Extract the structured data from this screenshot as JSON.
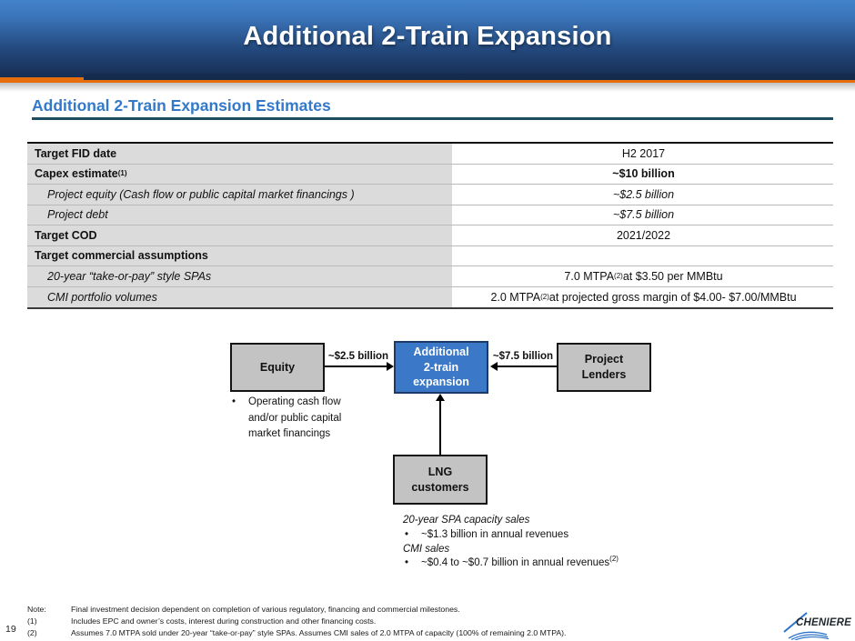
{
  "colors": {
    "header_top_blue": "#4383ca",
    "header_bottom_navy": "#152b4e",
    "accent_orange": "#e56d0e",
    "heading_blue": "#3379c9",
    "underline_teal": "#1d4d61",
    "table_label_gray": "#dbdbdb",
    "diagram_gray": "#c3c3c3",
    "diagram_blue": "#3b78c8",
    "logo_blue": "#2e75c8"
  },
  "header": {
    "title": "Additional 2-Train Expansion"
  },
  "section": {
    "heading": "Additional 2-Train Expansion Estimates"
  },
  "table": {
    "rows": [
      {
        "label": [
          {
            "text": "Target FID date"
          }
        ],
        "label_class": "bold",
        "value": [
          {
            "text": "H2 2017"
          }
        ],
        "value_class": ""
      },
      {
        "label": [
          {
            "text": "Capex estimate"
          },
          {
            "text": "(1)",
            "sup": true
          }
        ],
        "label_class": "bold",
        "value": [
          {
            "text": "~$10 billion"
          }
        ],
        "value_class": "bold"
      },
      {
        "label": [
          {
            "text": "Project equity (Cash flow or public capital market financings )"
          }
        ],
        "label_class": "indent italic",
        "value": [
          {
            "text": "~$2.5 billion"
          }
        ],
        "value_class": "italic"
      },
      {
        "label": [
          {
            "text": "Project debt"
          }
        ],
        "label_class": "indent italic",
        "value": [
          {
            "text": "~$7.5 billion"
          }
        ],
        "value_class": "italic"
      },
      {
        "label": [
          {
            "text": "Target COD"
          }
        ],
        "label_class": "bold",
        "value": [
          {
            "text": "2021/2022"
          }
        ],
        "value_class": ""
      },
      {
        "label": [
          {
            "text": "Target commercial assumptions"
          }
        ],
        "label_class": "bold",
        "value": [],
        "value_class": ""
      },
      {
        "label": [
          {
            "text": "20-year “take-or-pay” style SPAs"
          }
        ],
        "label_class": "indent italic",
        "value": [
          {
            "text": "7.0 MTPA"
          },
          {
            "text": "(2)",
            "sup": true
          },
          {
            "text": " at $3.50 per MMBtu"
          }
        ],
        "value_class": ""
      },
      {
        "label": [
          {
            "text": "CMI portfolio volumes"
          }
        ],
        "label_class": "indent italic",
        "value": [
          {
            "text": "2.0 MTPA"
          },
          {
            "text": "(2)",
            "sup": true
          },
          {
            "text": " at projected gross margin of $4.00- $7.00/MMBtu"
          }
        ],
        "value_class": ""
      }
    ]
  },
  "diagram": {
    "equity_box": "Equity",
    "equity_arrow_label": "~$2.5 billion",
    "center_box": "Additional\n2-train\nexpansion",
    "lenders_arrow_label": "~$7.5 billion",
    "lenders_box": "Project\nLenders",
    "equity_bullet_marker": "•",
    "equity_bullet": "Operating cash flow\nand/or public capital\nmarket financings",
    "lng_box": "LNG\ncustomers",
    "spa_heading": "20-year SPA capacity sales",
    "spa_bullet": [
      {
        "text": "~$1.3 billion in annual revenues"
      }
    ],
    "cmi_heading": "CMI sales",
    "cmi_bullet": [
      {
        "text": "~$0.4 to ~$0.7 billion in annual revenues"
      },
      {
        "text": "(2)",
        "sup": true
      }
    ]
  },
  "footnotes": [
    {
      "label": "Note:",
      "text": "Final investment decision dependent on completion of various regulatory, financing and commercial milestones."
    },
    {
      "label": "(1)",
      "text": "Includes EPC and owner’s costs, interest during construction and other financing costs."
    },
    {
      "label": "(2)",
      "text": "Assumes 7.0 MTPA sold under 20-year “take-or-pay” style SPAs. Assumes CMI sales of 2.0 MTPA of capacity  (100% of remaining 2.0 MTPA)."
    }
  ],
  "footer": {
    "page_number": "19"
  },
  "logo": {
    "text": "CHENIERE"
  }
}
